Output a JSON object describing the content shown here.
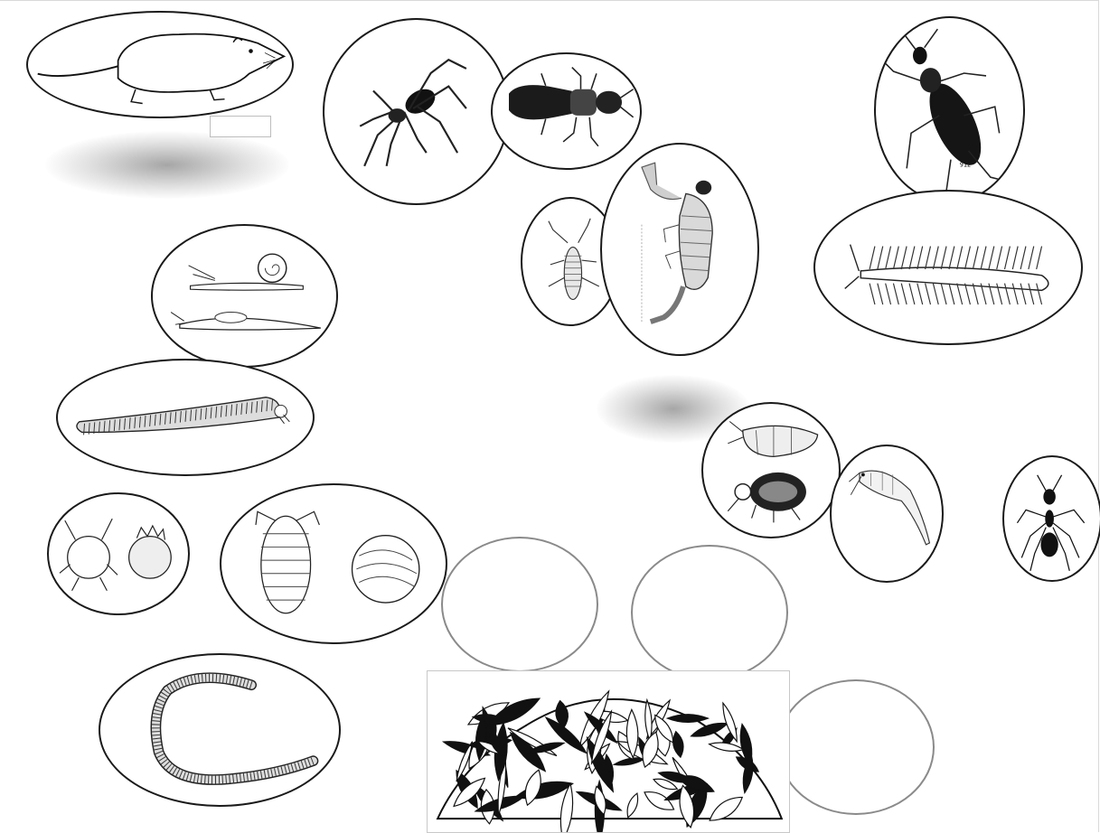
{
  "organisms": [
    {
      "name": "shrew"
    },
    {
      "name": "spider"
    },
    {
      "name": "rove-beetle"
    },
    {
      "name": "ground-beetle",
      "specimen_label": "912"
    },
    {
      "name": "pseudoscorpion-small"
    },
    {
      "name": "pseudoscorpion-large"
    },
    {
      "name": "centipede"
    },
    {
      "name": "snails-and-slugs"
    },
    {
      "name": "millipede"
    },
    {
      "name": "springtails"
    },
    {
      "name": "amphipod"
    },
    {
      "name": "ant"
    },
    {
      "name": "mites"
    },
    {
      "name": "woodlice"
    },
    {
      "name": "earthworm"
    }
  ],
  "leaf_litter": {
    "name": "leaf-litter-pile"
  },
  "empty_slots": 3,
  "colors": {
    "outline": "#1a1a1a",
    "empty_outline": "#8a8a8a",
    "background": "#ffffff"
  }
}
